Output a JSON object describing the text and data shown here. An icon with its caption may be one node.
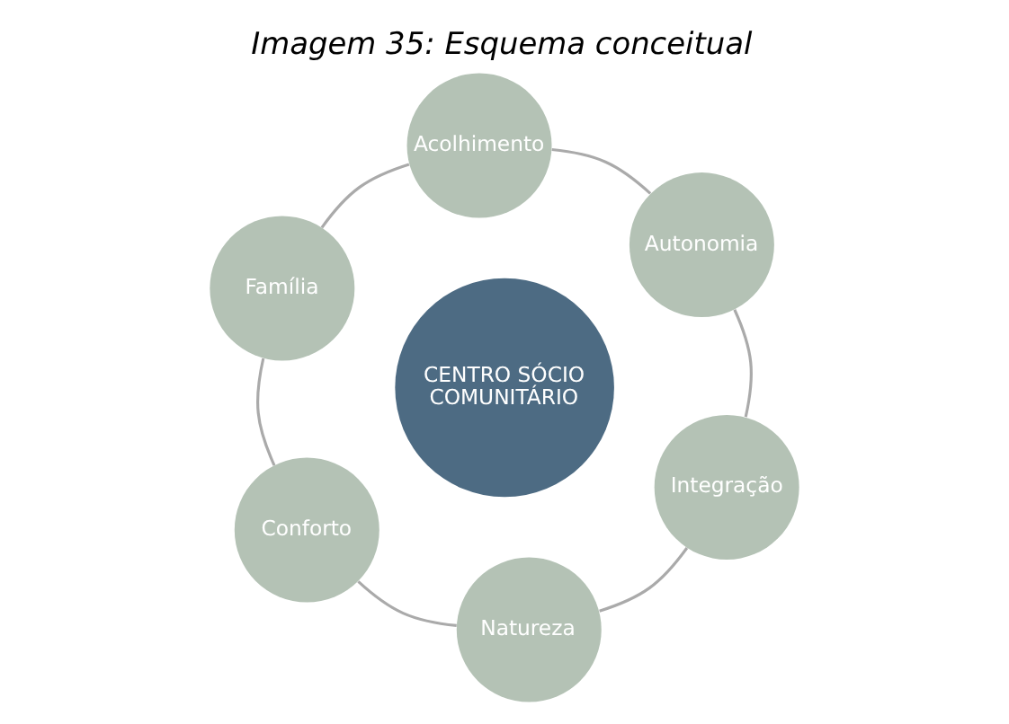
{
  "diagram": {
    "title": "Imagem 35: Esquema conceitual",
    "nodes": [
      {
        "text": [
          "Acolhimento"
        ]
      },
      {
        "text": [
          "Autonomia"
        ]
      },
      {
        "text": [
          "Família"
        ]
      },
      {
        "text": [
          "CENTRO SÓCIO COMUNITÁRIO"
        ]
      },
      {
        "text": [
          "Integração"
        ]
      },
      {
        "text": [
          "Conforto"
        ]
      },
      {
        "text": [
          "Natureza"
        ]
      }
    ],
    "edges": [
      {
        "from": 0,
        "to": 1,
        "arrow": "none"
      },
      {
        "from": 1,
        "to": 4,
        "arrow": "none"
      },
      {
        "from": 4,
        "to": 6,
        "arrow": "none"
      },
      {
        "from": 6,
        "to": 5,
        "arrow": "none"
      },
      {
        "from": 5,
        "to": 2,
        "arrow": "none"
      },
      {
        "from": 2,
        "to": 0,
        "arrow": "none"
      }
    ]
  }
}
